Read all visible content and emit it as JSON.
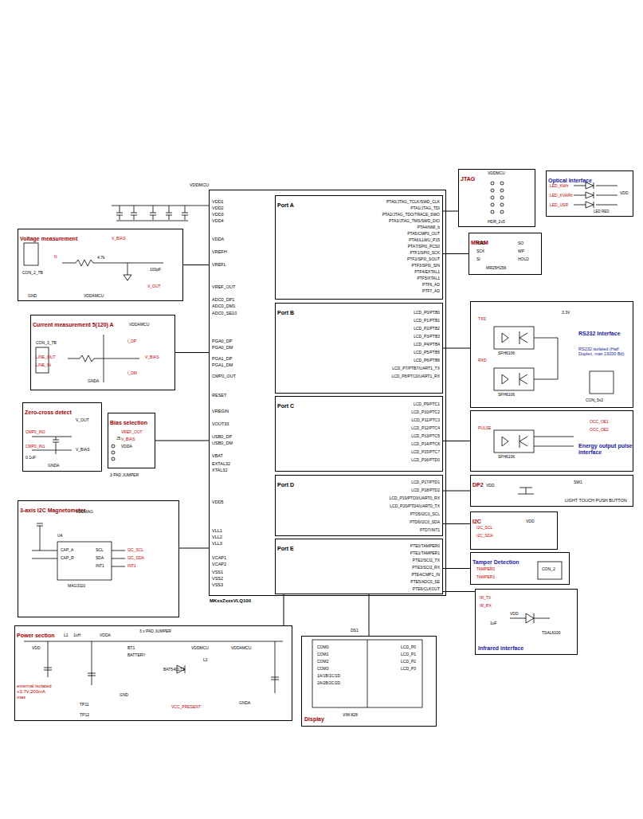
{
  "diagram": {
    "nodes": [
      {
        "text": [
          "MKxxZxxxVLQ100"
        ]
      },
      {
        "text": [
          "Port A"
        ],
        "in": 0
      },
      {
        "text": [
          "Port B"
        ],
        "in": 0
      },
      {
        "text": [
          "Port C"
        ],
        "in": 0
      },
      {
        "text": [
          "Port D"
        ],
        "in": 0
      },
      {
        "text": [
          "Port E"
        ],
        "in": 0
      },
      {
        "text": [
          "Voltage measurement"
        ]
      },
      {
        "text": [
          "Current measurement 5(120) A"
        ]
      },
      {
        "text": [
          "Zero-cross detect"
        ]
      },
      {
        "text": [
          "Bias selection"
        ]
      },
      {
        "text": [
          "3-axis I2C Magnetometer"
        ]
      },
      {
        "text": [
          "Power section",
          "external isolated +3.7V,200mA max"
        ]
      },
      {
        "text": [
          "Display"
        ]
      },
      {
        "text": [
          "JTAG"
        ]
      },
      {
        "text": [
          "Optical Interface"
        ]
      },
      {
        "text": [
          "MRAM"
        ]
      },
      {
        "text": [
          "RS232 Interface",
          "RS232 isolated (Half Duplex, max 19200 Bd)"
        ]
      },
      {
        "text": [
          "Energy output pulse interface"
        ]
      },
      {
        "text": [
          "DP2",
          "LIGHT TOUCH PUSH BUTTON"
        ]
      },
      {
        "text": [
          "I2C"
        ]
      },
      {
        "text": [
          "Tamper Detection"
        ]
      },
      {
        "text": [
          "Infrared interface"
        ]
      }
    ],
    "edges": [
      {
        "from": 6,
        "to": 0,
        "arrow": "none"
      },
      {
        "from": 7,
        "to": 0,
        "arrow": "none"
      },
      {
        "from": 9,
        "to": 0,
        "arrow": "none"
      },
      {
        "from": 10,
        "to": 0,
        "arrow": "none"
      },
      {
        "from": 5,
        "to": 11,
        "arrow": "none"
      },
      {
        "from": 5,
        "to": 12,
        "arrow": "none"
      },
      {
        "from": 1,
        "to": 13,
        "arrow": "none"
      },
      {
        "from": 1,
        "to": 15,
        "arrow": "none"
      },
      {
        "from": 2,
        "to": 16,
        "arrow": "none"
      },
      {
        "from": 3,
        "to": 17,
        "arrow": "none"
      },
      {
        "from": 4,
        "to": 18,
        "arrow": "none"
      },
      {
        "from": 4,
        "to": 19,
        "arrow": "none"
      },
      {
        "from": 5,
        "to": 20,
        "arrow": "none"
      },
      {
        "from": 5,
        "to": 21,
        "arrow": "none"
      }
    ],
    "labels": [
      "VDDMCU",
      "VDD1",
      "VDD2",
      "VDD3",
      "VDD4",
      "VDDA",
      "VREFH",
      "VREFL",
      "VREF_OUT",
      "ADC0_DP1",
      "ADC0_DM1",
      "ADC0_SE10",
      "PGA0_DP",
      "PGA0_DM",
      "PGA1_DP",
      "PGA1_DM",
      "CMP0_OUT",
      "RESET",
      "VREGIN",
      "VOUT33",
      "USB0_DP",
      "USB0_DM",
      "VBAT",
      "EXTAL32",
      "XTAL32",
      "VDD5",
      "VLL1",
      "VLL2",
      "VLL3",
      "VCAP1",
      "VCAP2",
      "VSS1",
      "VSS2",
      "VSS3",
      "PTA0/JTAG_TCLK/SWD_CLK",
      "PTA1/JTAG_TDI",
      "PTA2/JTAG_TDO/TRACE_SWO",
      "PTA3/JTAG_TMS/SWD_DIO",
      "PTA4/NMI_b",
      "PTA5/CMP0_OUT",
      "PTA6/LLWU_P15",
      "PTA7/SPI0_PCS0",
      "PTF1/SPI0_SCK",
      "PTF2/SPI0_SOUT",
      "PTF3/SPI0_SIN",
      "PTF4/EXTAL1",
      "PTF5/XTAL1",
      "PTF6_AD",
      "PTF7_AD",
      "LCD_P0/PTB0",
      "LCD_P1/PTB1",
      "LCD_P2/PTB2",
      "LCD_P3/PTB3",
      "LCD_P4/PTB4",
      "LCD_P5/PTB5",
      "LCD_P6/PTB6",
      "LCD_P7/PTB7/UART1_TX",
      "LCD_P8/PTC0/UART1_RX",
      "LCD_P9/PTC1",
      "LCD_P10/PTC2",
      "LCD_P11/PTC3",
      "LCD_P12/PTC4",
      "LCD_P13/PTC5",
      "LCD_P14/PTC6",
      "LCD_P15/PTC7",
      "LCD_P16/PTD0",
      "LCD_P17/PTD1",
      "LCD_P18/PTD2",
      "LCD_P19/PTD3/UART0_RX",
      "LCD_P20/PTD4/UART0_TX",
      "PTD5/I2C0_SCL",
      "PTD6/I2C0_SDA",
      "PTD7/INT1",
      "PTE0/TAMPER0",
      "PTE1/TAMPER1",
      "PTE2/SCI2_TX",
      "PTE3/SCI2_RX",
      "PTE4/CMP1_IN",
      "PTE5/ADC0_SE",
      "PTE6/CLKOUT",
      "VDDMCU",
      "HDR_2x5",
      "LED_KWh",
      "LED_KVARh",
      "LED_USR",
      "VDD",
      "LED RED",
      "VDD",
      "SCK",
      "SI",
      "SO",
      "WP",
      "HOLD",
      "MR25H256",
      "3.3V",
      "TXD",
      "RXD",
      "SFH6106",
      "SFH6106",
      "CON_5x2",
      "PULSE",
      "SFH6106",
      "OCC_OE1",
      "OCC_OE2",
      "VDD",
      "SW1",
      "VDD",
      "I2C_SCL",
      "I2C_SDA",
      "TAMPER0",
      "TAMPER1",
      "CON_2",
      "IR_TX",
      "IR_RX",
      "VDD",
      "1uF",
      "TSAL6100",
      "CON_2_TB",
      "N",
      "V_BIAS",
      "VDDAMCU",
      "GND",
      "V_OUT",
      "4.7k",
      "100pF",
      "CON_3_TB",
      "LINE_OUT",
      "LINE_IN",
      "I_DP",
      "I_DM",
      "V_BIAS",
      "VDDAMCU",
      "GNDA",
      "CMP0_IN0",
      "CMP0_IN1",
      "V_OUT",
      "V_BIAS",
      "0.1uF",
      "GNDA",
      "J5",
      "VREF_OUT",
      "V_BIAS",
      "VDDA",
      "3 PAD JUMPER",
      "VDDMAG",
      "U4",
      "CAP_A",
      "CAP_R",
      "SCL",
      "SDA",
      "INT1",
      "MAG3110",
      "I2C_SCL",
      "I2C_SDA",
      "INT1",
      "L1",
      "1uH",
      "VDDA",
      "3 x PAD JUMPER",
      "VDD",
      "BT1",
      "BATTERY",
      "VDDMCU",
      "VDDAMCU",
      "L2",
      "BAT54CLT1",
      "GND",
      "TP11",
      "TP12",
      "VCC_PRESENT",
      "GNDA",
      "DS1",
      "COM0",
      "COM1",
      "COM2",
      "COM3",
      "1A/1B/1C/1D",
      "2A/2B/2C/2D",
      "LCD_P0",
      "LCD_P1",
      "LCD_P2",
      "LCD_P3",
      "VIM-828"
    ]
  }
}
